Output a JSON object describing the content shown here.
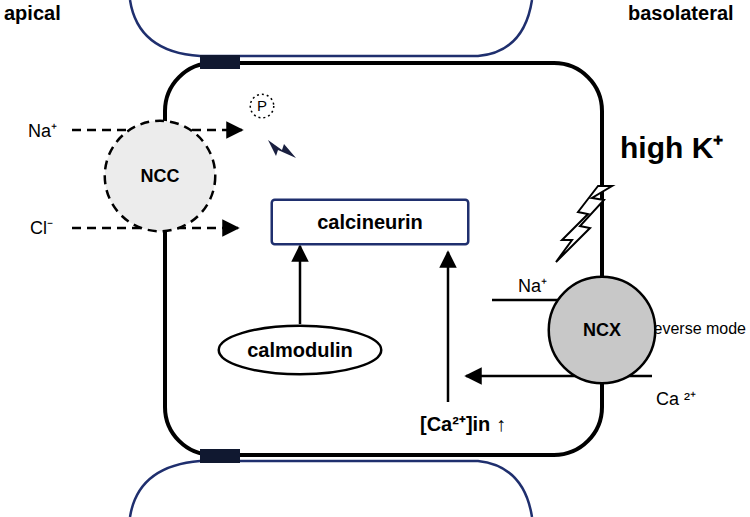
{
  "diagram": {
    "nodes": [
      {
        "text": [
          "P"
        ]
      },
      {
        "text": [
          "NCC"
        ]
      },
      {
        "text": [
          "calcineurin"
        ]
      },
      {
        "text": [
          "calmodulin"
        ]
      },
      {
        "text": [
          "NCX"
        ]
      }
    ],
    "edges": [
      {
        "from": 3,
        "to": 2,
        "arrow": "to"
      }
    ],
    "labels": [
      "apical",
      "basolateral",
      "Na⁺",
      "Cl⁻",
      "Na⁺",
      "Ca ²⁺",
      "reverse mode",
      "high K⁺",
      "[Ca²⁺]in ↑"
    ]
  }
}
